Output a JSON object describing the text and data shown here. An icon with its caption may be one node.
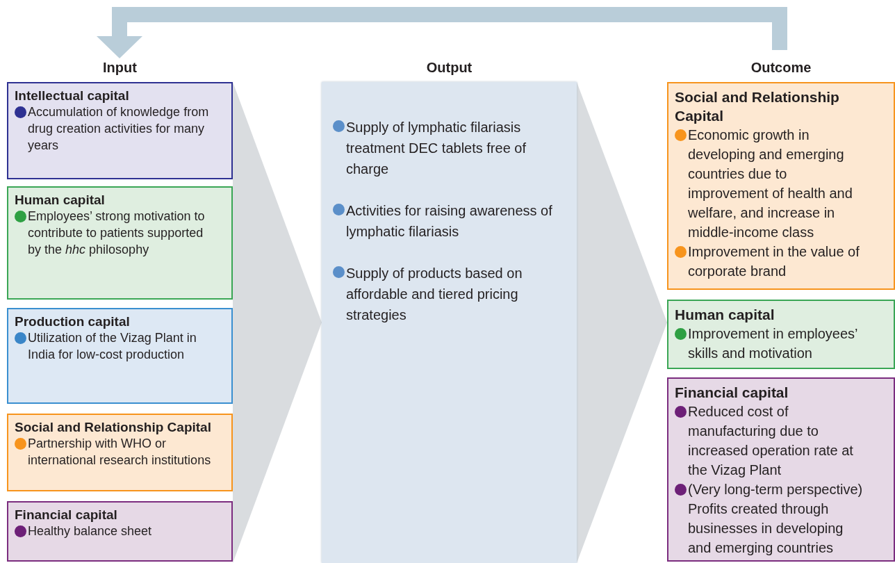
{
  "diagram": {
    "nodes": [
      {
        "text": [
          "Input"
        ]
      },
      {
        "text": [
          "Intellectual capital",
          "Accumulation of knowledge from drug creation activities for many years"
        ],
        "in": 0
      },
      {
        "text": [
          "Human capital",
          "Employees’ strong motivation to contribute to patients supported by the *hhc* philosophy"
        ],
        "in": 0
      },
      {
        "text": [
          "Production capital",
          "Utilization of the Vizag Plant in India for low-cost production"
        ],
        "in": 0
      },
      {
        "text": [
          "Social and Relationship Capital",
          "Partnership with WHO or international research institutions"
        ],
        "in": 0
      },
      {
        "text": [
          "Financial capital",
          "Healthy balance sheet"
        ],
        "in": 0
      },
      {
        "text": [
          "Output",
          "Supply of lymphatic filariasis treatment DEC tablets free of charge",
          "Activities for raising awareness of lymphatic filariasis",
          "Supply of products based on affordable and tiered pricing strategies"
        ]
      },
      {
        "text": [
          "Outcome"
        ]
      },
      {
        "text": [
          "Social and Relationship Capital",
          "Economic growth in developing and emerging countries due to improvement of health and welfare, and increase in middle-income class",
          "Improvement in the value of corporate brand"
        ],
        "in": 7
      },
      {
        "text": [
          "Human capital",
          "Improvement in employees’ skills and motivation"
        ],
        "in": 7
      },
      {
        "text": [
          "Financial capital",
          "Reduced cost of manufacturing due to increased operation rate at the Vizag Plant",
          "(Very long-term perspective) Profits created through businesses in developing and emerging countries"
        ],
        "in": 7
      }
    ],
    "edges": [
      {
        "from": 0,
        "to": 6,
        "arrow": "to"
      },
      {
        "from": 6,
        "to": 7,
        "arrow": "to"
      },
      {
        "from": 7,
        "to": 0,
        "arrow": "to",
        "style": "thick"
      }
    ]
  }
}
